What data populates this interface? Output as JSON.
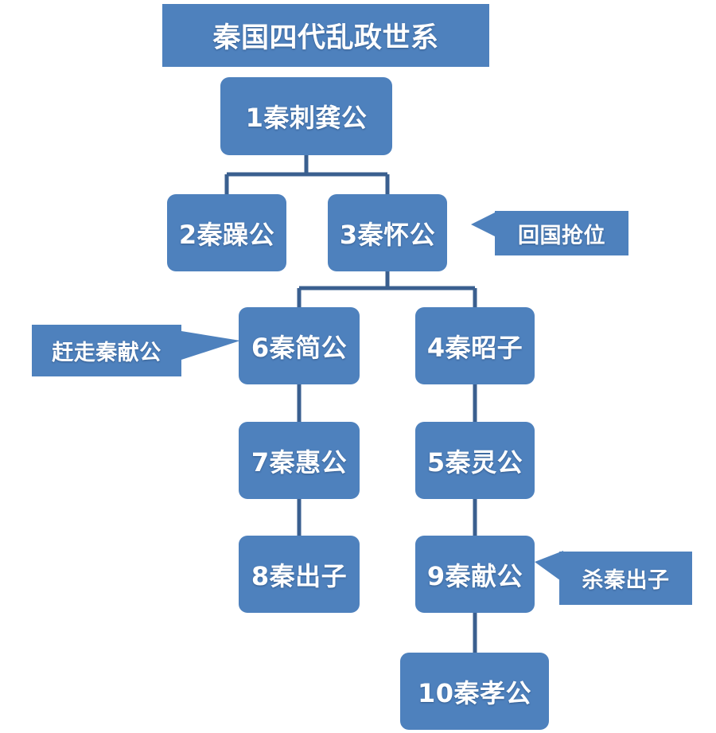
{
  "diagram": {
    "type": "genealogy-flowchart",
    "title": "秦国四代乱政世系",
    "colors": {
      "node_fill": "#4E81BD",
      "connector": "#3A5F8F",
      "text": "#FFFFFF",
      "background": "#FFFFFF"
    },
    "nodes": [
      {
        "id": "n1",
        "label": "1秦刺龚公"
      },
      {
        "id": "n2",
        "label": "2秦躁公"
      },
      {
        "id": "n3",
        "label": "3秦怀公"
      },
      {
        "id": "n6",
        "label": "6秦简公"
      },
      {
        "id": "n4",
        "label": "4秦昭子"
      },
      {
        "id": "n7",
        "label": "7秦惠公"
      },
      {
        "id": "n5",
        "label": "5秦灵公"
      },
      {
        "id": "n8",
        "label": "8秦出子"
      },
      {
        "id": "n9",
        "label": "9秦献公"
      },
      {
        "id": "n10",
        "label": "10秦孝公"
      }
    ],
    "callouts": [
      {
        "id": "c1",
        "label": "回国抢位",
        "points_to": "3秦怀公",
        "direction": "left"
      },
      {
        "id": "c2",
        "label": "赶走秦献公",
        "points_to": "6秦简公",
        "direction": "right"
      },
      {
        "id": "c3",
        "label": "杀秦出子",
        "points_to": "9秦献公",
        "direction": "left"
      }
    ],
    "edges": [
      {
        "from": "1秦刺龚公",
        "to": "2秦躁公"
      },
      {
        "from": "1秦刺龚公",
        "to": "3秦怀公"
      },
      {
        "from": "3秦怀公",
        "to": "6秦简公"
      },
      {
        "from": "3秦怀公",
        "to": "4秦昭子"
      },
      {
        "from": "6秦简公",
        "to": "7秦惠公"
      },
      {
        "from": "7秦惠公",
        "to": "8秦出子"
      },
      {
        "from": "4秦昭子",
        "to": "5秦灵公"
      },
      {
        "from": "5秦灵公",
        "to": "9秦献公"
      },
      {
        "from": "9秦献公",
        "to": "10秦孝公"
      }
    ]
  }
}
